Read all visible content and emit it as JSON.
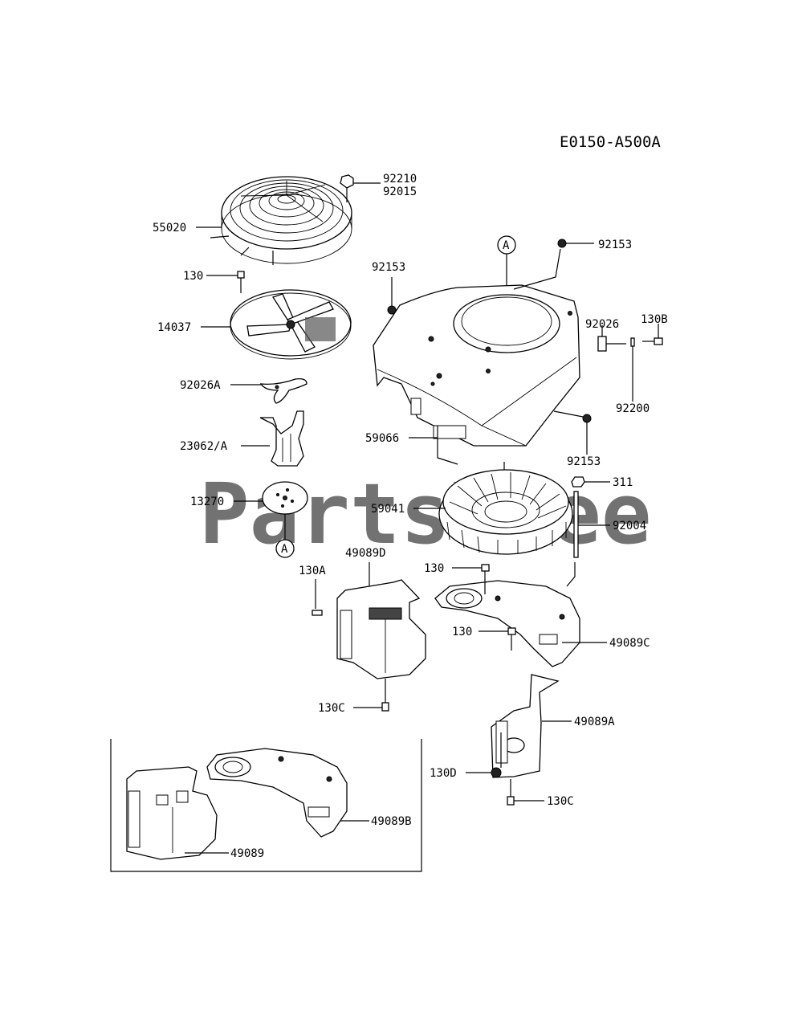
{
  "diagram_code": "E0150-A500A",
  "watermark": "PartsTree",
  "reference_marker": "A",
  "part_labels": {
    "p92210": "92210",
    "p92015": "92015",
    "p55020": "55020",
    "p130_top": "130",
    "p14037": "14037",
    "p92026A": "92026A",
    "p23062A": "23062/A",
    "p13270": "13270",
    "p92153_a": "92153",
    "p92153_b": "92153",
    "p92153_c": "92153",
    "p92026": "92026",
    "p130B": "130B",
    "p92200": "92200",
    "p59066": "59066",
    "p311": "311",
    "p59041": "59041",
    "p92004": "92004",
    "p49089D": "49089D",
    "p130A": "130A",
    "p130_mid1": "130",
    "p130_mid2": "130",
    "p49089C": "49089C",
    "p130C_a": "130C",
    "p49089A": "49089A",
    "p130D": "130D",
    "p130C_b": "130C",
    "p49089B": "49089B",
    "p49089": "49089"
  }
}
